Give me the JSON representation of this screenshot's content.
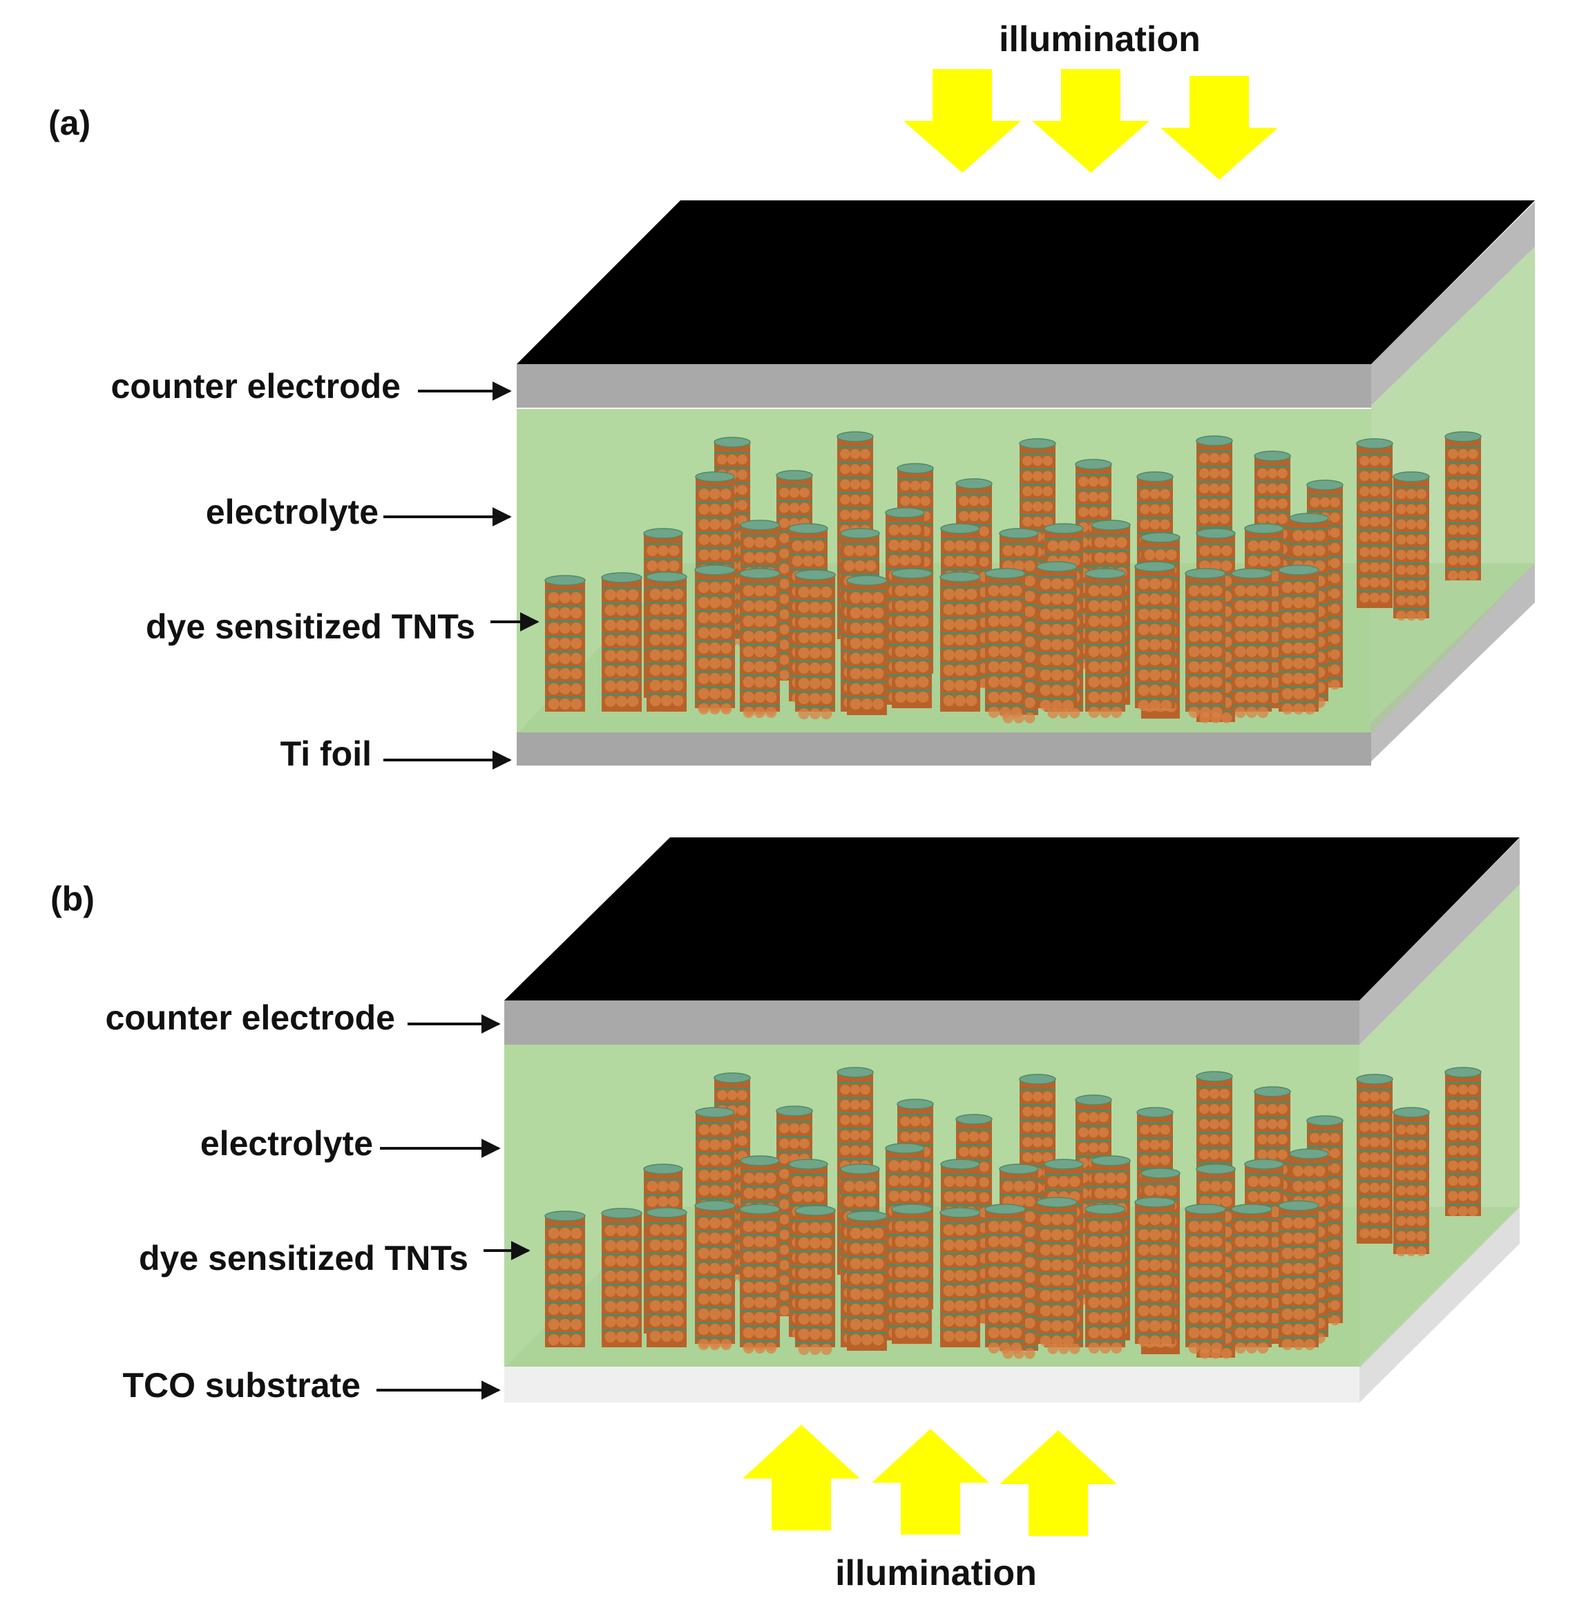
{
  "colors": {
    "electrode_top": "#000000",
    "counter_electrode": "#a9a9a9",
    "counter_electrode_side": "#b9b9b9",
    "electrolyte": "#b3d9a0",
    "electrolyte_side": "#bcdcab",
    "ti_foil": "#a6a6a6",
    "ti_foil_side": "#bdbdbd",
    "tco_substrate": "#efefef",
    "tco_substrate_side": "#dedede",
    "tube_body": "#b8622a",
    "tube_highlight": "#d98346",
    "tube_band": "#4f8a64",
    "tube_cap": "#6fa58a",
    "arrow_fill": "#ffff00"
  },
  "panel_a": {
    "label": "(a)",
    "illumination": "illumination",
    "illumination_direction": "down",
    "labels": {
      "counter_electrode": "counter electrode",
      "electrolyte": "electrolyte",
      "tnts": "dye sensitized TNTs",
      "substrate": "Ti foil"
    }
  },
  "panel_b": {
    "label": "(b)",
    "illumination": "illumination",
    "illumination_direction": "up",
    "labels": {
      "counter_electrode": "counter electrode",
      "electrolyte": "electrolyte",
      "tnts": "dye sensitized TNTs",
      "substrate": "TCO substrate"
    }
  }
}
